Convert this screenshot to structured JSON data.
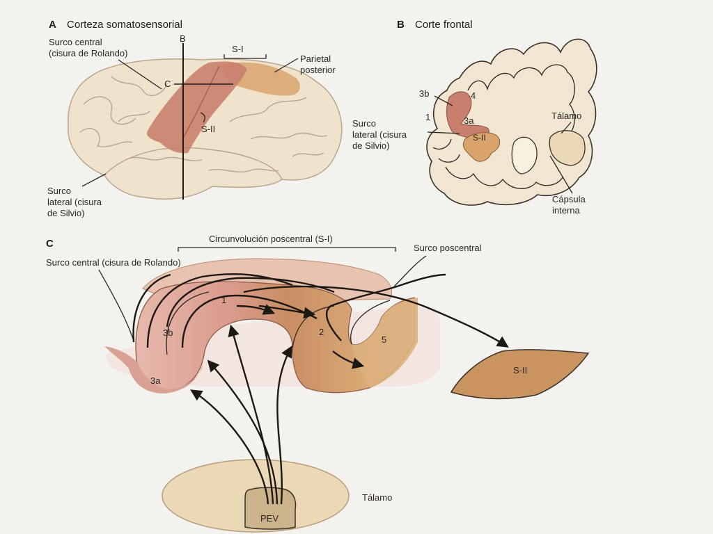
{
  "panel_a": {
    "letter": "A",
    "title": "Corteza somatosensorial",
    "labels": {
      "central_sulcus_1": "Surco central",
      "central_sulcus_2": "(cisura de Rolando)",
      "b_marker": "B",
      "c_marker": "C",
      "s1": "S-I",
      "s2": "S-II",
      "parietal_1": "Parietal",
      "parietal_2": "posterior",
      "lateral_1": "Surco",
      "lateral_2": "lateral (cisura",
      "lateral_3": "de Silvio)"
    }
  },
  "panel_b": {
    "letter": "B",
    "title": "Corte frontal",
    "labels": {
      "area_3b": "3b",
      "area_4": "4",
      "area_1": "1",
      "area_3a": "3a",
      "s2": "S-II",
      "thalamus": "Tálamo",
      "lateral_1": "Surco",
      "lateral_2": "lateral (cisura",
      "lateral_3": "de Silvio)",
      "capsule_1": "Cápsula",
      "capsule_2": "interna"
    }
  },
  "panel_c": {
    "letter": "C",
    "labels": {
      "postcentral_gyrus": "Circunvolución poscentral (S-I)",
      "postcentral_sulcus": "Surco poscentral",
      "central_sulcus": "Surco central (cisura de Rolando)",
      "area_1": "1",
      "area_2": "2",
      "area_3b": "3b",
      "area_3a": "3a",
      "area_5": "5",
      "s2": "S-II",
      "thalamus": "Tálamo",
      "pev": "PEV"
    }
  },
  "colors": {
    "brain": "#efe3cc",
    "s1_red": "#c97f6e",
    "parietal": "#d9a46c",
    "area_2": "#c98e63",
    "area_5": "#ddb07e",
    "s2_box": "#c9945f",
    "thalamus": "#ead8b6",
    "pev": "#cdb38c"
  }
}
